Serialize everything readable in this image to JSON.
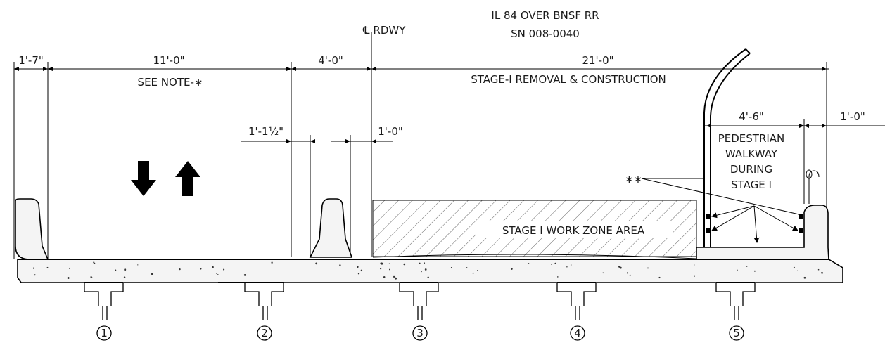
{
  "title_line1": "IL 84 OVER BNSF RR",
  "title_line2": "SN 008-0040",
  "centerline_label": "℄ RDWY",
  "dimensions": {
    "d_left_curb": "1'-7\"",
    "d_lane_left": "11'-0\"",
    "d_median": "4'-0\"",
    "d_stage_width": "21'-0\"",
    "d_barrier_offset": "1'-1½\"",
    "d_cl_offset": "1'-0\"",
    "d_walkway": "4'-6\"",
    "d_right_edge": "1'-0\""
  },
  "notes": {
    "see_note": "SEE NOTE-∗",
    "stage_removal": "STAGE-I REMOVAL & CONSTRUCTION",
    "walkway_1": "PEDESTRIAN",
    "walkway_2": "WALKWAY",
    "walkway_3": "DURING",
    "walkway_4": "STAGE I",
    "work_zone": "STAGE I WORK ZONE AREA",
    "double_star": "∗∗"
  },
  "beams": [
    "1",
    "2",
    "3",
    "4",
    "5"
  ]
}
